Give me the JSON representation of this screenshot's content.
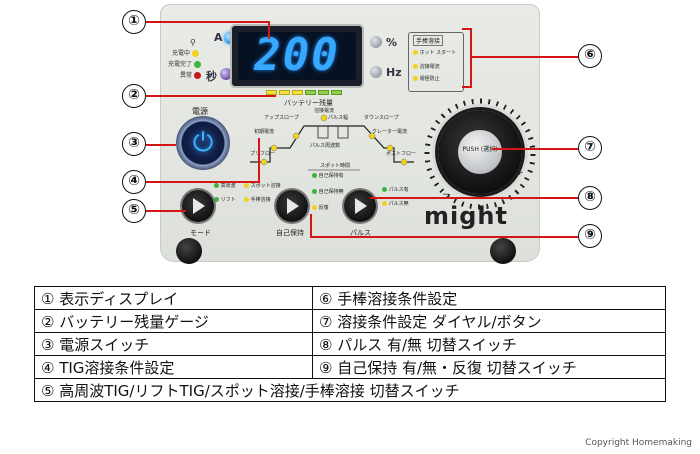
{
  "panel": {
    "display_value": "200",
    "units": {
      "amp": "A",
      "seconds": "秒",
      "percent": "%",
      "hz": "Hz"
    },
    "status_leds": [
      {
        "label": "充電中",
        "color": "#f2d21b"
      },
      {
        "label": "充電完了",
        "color": "#3fb23f"
      },
      {
        "label": "異常",
        "color": "#c01919"
      }
    ],
    "battery_label": "バッテリー残量",
    "power_label": "電源",
    "stick_box": {
      "title": "手棒溶接",
      "items": [
        "ホット スタート",
        "溶接電流",
        "電極防止"
      ]
    },
    "diagram_labels": {
      "up_slope": "アップスロープ",
      "initial_current": "初期電流",
      "preflow": "プリフロー",
      "weld_current": "溶接電流",
      "pulse_width": "パルス幅",
      "down_slope": "ダウンスロープ",
      "crater_current": "クレーター電流",
      "postflow": "ポストフロー",
      "spot_time": "スポット時間",
      "pulse_freq": "パルス周波数"
    },
    "mode_options": [
      "高周波",
      "スポット溶接",
      "リフト",
      "手棒溶接"
    ],
    "mode_label": "モード",
    "selfhold_options": [
      "自己保持有",
      "自己保持無",
      "反復"
    ],
    "selfhold_label": "自己保持",
    "pulse_options": [
      "パルス有",
      "パルス無"
    ],
    "pulse_label": "パルス",
    "knob_label": "PUSH (選択)",
    "brand": "might"
  },
  "callouts": [
    "①",
    "②",
    "③",
    "④",
    "⑤",
    "⑥",
    "⑦",
    "⑧",
    "⑨"
  ],
  "legend": {
    "rows": [
      [
        "① 表示ディスプレイ",
        "⑥ 手棒溶接条件設定"
      ],
      [
        "② バッテリー残量ゲージ",
        "⑦ 溶接条件設定 ダイヤル/ボタン"
      ],
      [
        "③ 電源スイッチ",
        "⑧ パルス 有/無 切替スイッチ"
      ],
      [
        "④ TIG溶接条件設定",
        "⑨ 自己保持 有/無・反復 切替スイッチ"
      ]
    ],
    "last_row": "⑤ 高周波TIG/リフトTIG/スポット溶接/手棒溶接 切替スイッチ"
  },
  "copyright": "Copyright Homemaking",
  "colors": {
    "accent_red": "#d61515",
    "display_blue": "#36a8ff"
  }
}
